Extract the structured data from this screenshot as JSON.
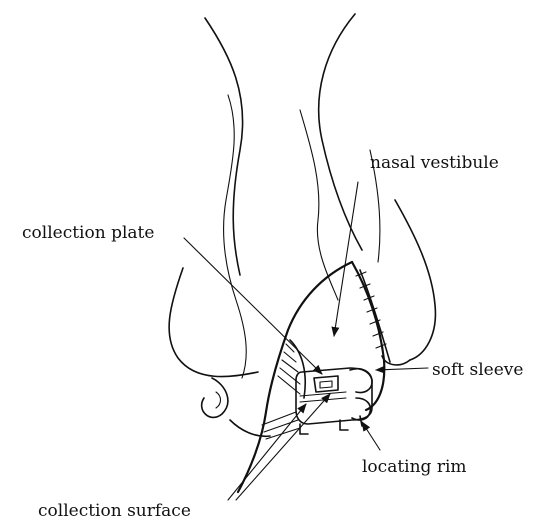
{
  "labels": {
    "nasal_vestibule": "nasal vestibule",
    "collection_plate": "collection plate",
    "soft_sleeve": "soft sleeve",
    "locating_rim": "locating rim",
    "collection_surface": "collection surface"
  },
  "colors": {
    "ink": "#111111",
    "background": "#ffffff"
  }
}
